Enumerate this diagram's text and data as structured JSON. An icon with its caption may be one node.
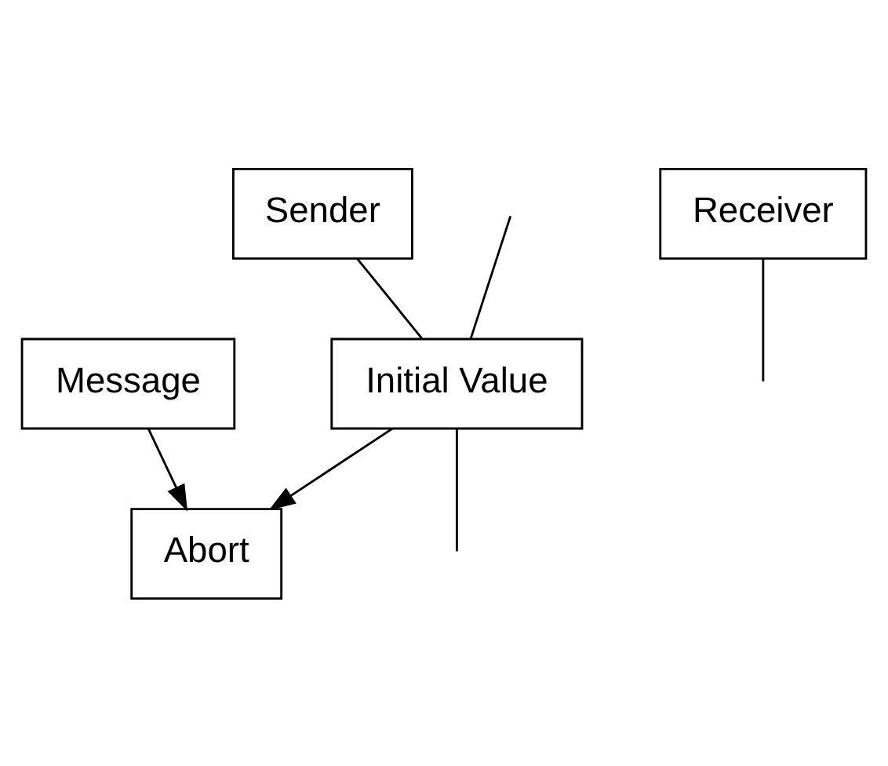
{
  "diagram": {
    "nodes": [
      {
        "text": [
          "Sender"
        ]
      },
      {
        "text": [
          "Receiver"
        ]
      },
      {
        "text": [
          "Message"
        ]
      },
      {
        "text": [
          "Initial Value"
        ]
      },
      {
        "text": [
          "Abort"
        ]
      }
    ],
    "edges": [
      {
        "from": 0,
        "to": 3,
        "arrow": "none"
      },
      {
        "from": null,
        "to": 3,
        "arrow": "none"
      },
      {
        "from": 3,
        "to": null,
        "arrow": "none"
      },
      {
        "from": 3,
        "to": 4,
        "arrow": "to"
      },
      {
        "from": 2,
        "to": 4,
        "arrow": "to"
      },
      {
        "from": 1,
        "to": null,
        "arrow": "none"
      }
    ]
  }
}
